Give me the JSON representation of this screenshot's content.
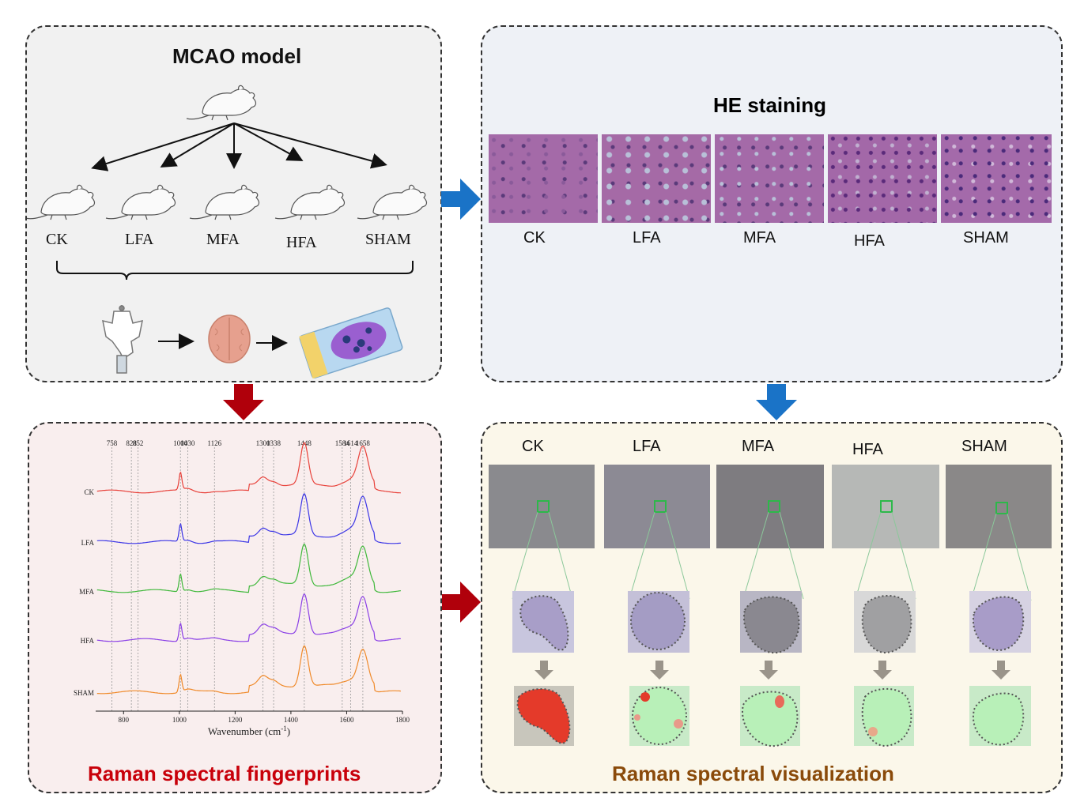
{
  "colors": {
    "blue_arrow": "#1a73c7",
    "red_arrow": "#b0000b",
    "raman_red": "#c8000a",
    "visual_brown": "#8a4a0a",
    "he_blue": "#1570c0"
  },
  "mcao": {
    "title": "MCAO model",
    "groups": [
      "CK",
      "LFA",
      "MFA",
      "HFA",
      "SHAM"
    ],
    "icons": [
      "mouse-icon",
      "rat-dissection-icon",
      "brain-icon",
      "tissue-slide-icon"
    ]
  },
  "he": {
    "title": "HE staining",
    "groups": [
      "CK",
      "LFA",
      "MFA",
      "HFA",
      "SHAM"
    ]
  },
  "raman": {
    "title": "Raman spectral fingerprints",
    "peaks": [
      "758",
      "828",
      "852",
      "1004",
      "1030",
      "1126",
      "1300",
      "1338",
      "1448",
      "1584",
      "1614",
      "1658"
    ],
    "peak_values": [
      758,
      828,
      852,
      1004,
      1030,
      1126,
      1300,
      1338,
      1448,
      1584,
      1614,
      1658
    ],
    "series": [
      {
        "name": "CK",
        "color": "#e8413a"
      },
      {
        "name": "LFA",
        "color": "#3b35e6"
      },
      {
        "name": "MFA",
        "color": "#3fb83a"
      },
      {
        "name": "HFA",
        "color": "#8a3fe6"
      },
      {
        "name": "SHAM",
        "color": "#f08a2a"
      }
    ],
    "xticks": [
      "800",
      "1000",
      "1200",
      "1400",
      "1600",
      "1800"
    ],
    "xlabel": "Wavenumber (cm",
    "xlabel_sup": "-1",
    "xlabel_end": ")",
    "xlim": [
      700,
      1800
    ]
  },
  "visualization": {
    "title": "Raman spectral visualization",
    "groups": [
      "CK",
      "LFA",
      "MFA",
      "HFA",
      "SHAM"
    ]
  }
}
